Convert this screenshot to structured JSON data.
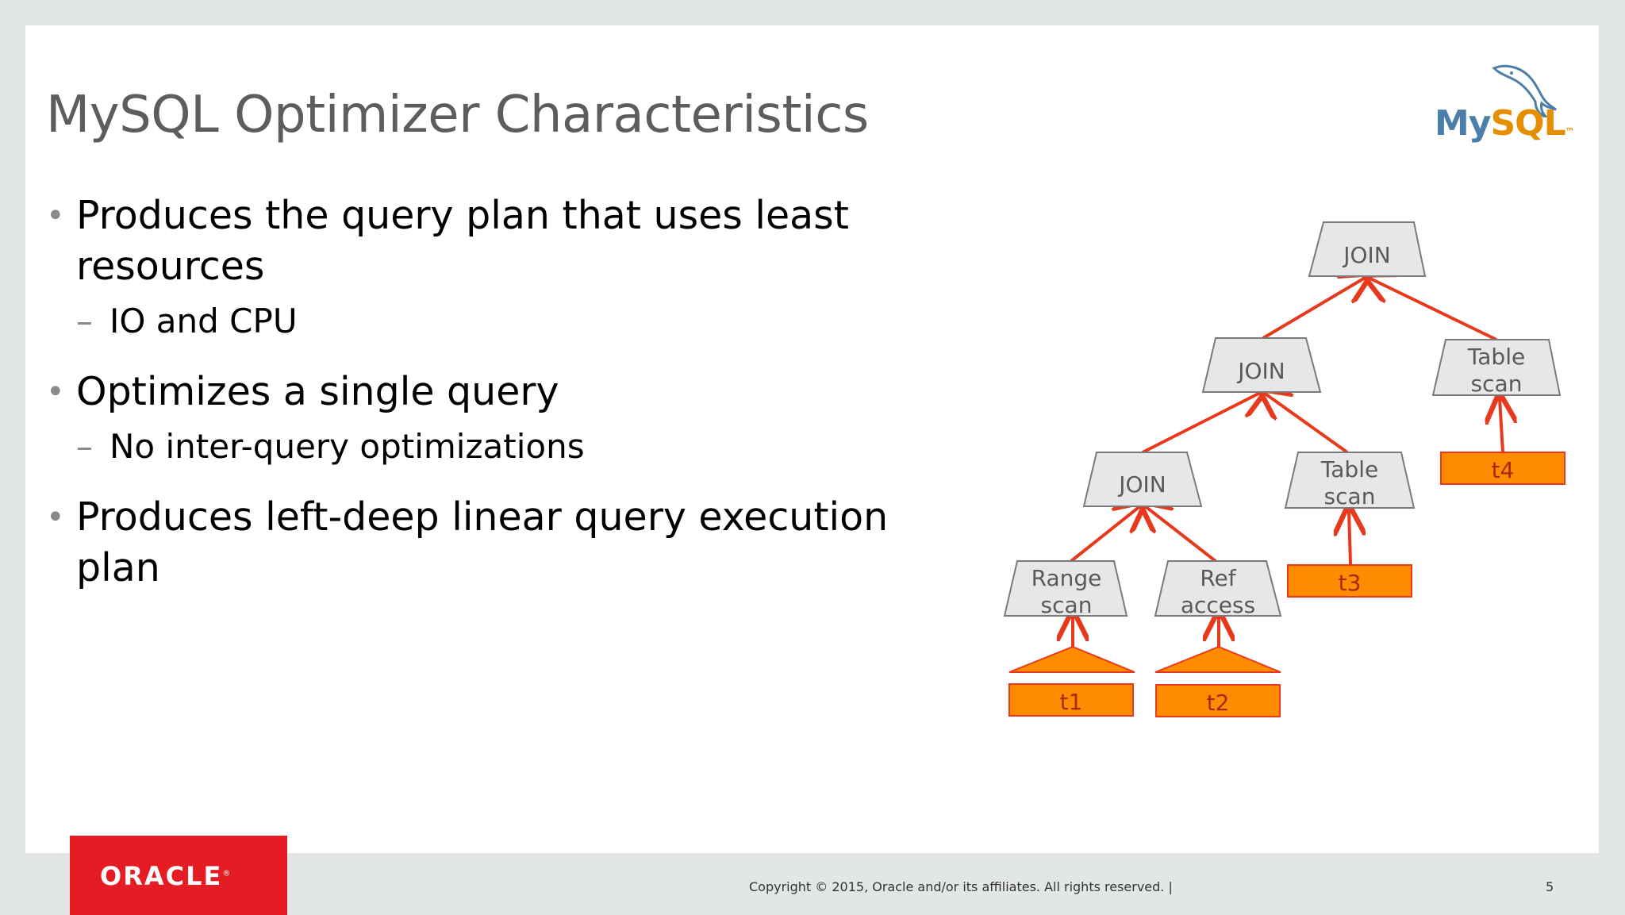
{
  "slide": {
    "title": "MySQL Optimizer Characteristics",
    "bullets": [
      {
        "text": "Produces the query plan that uses least resources",
        "sub": [
          "IO and CPU"
        ]
      },
      {
        "text": "Optimizes a single query",
        "sub": [
          "No inter-query optimizations"
        ]
      },
      {
        "text": "Produces left-deep linear query execution plan",
        "sub": []
      }
    ],
    "bullet_glyph": "•",
    "dash_glyph": "–"
  },
  "logo": {
    "my": "My",
    "sql": "SQL",
    "tm": "™"
  },
  "diagram": {
    "nodes": {
      "join_top": [
        "JOIN"
      ],
      "join_mid": [
        "JOIN"
      ],
      "join_low": [
        "JOIN"
      ],
      "table_scan_right": [
        "Table",
        "scan"
      ],
      "table_scan_mid": [
        "Table",
        "scan"
      ],
      "range_scan": [
        "Range",
        "scan"
      ],
      "ref_access": [
        "Ref",
        "access"
      ]
    },
    "leaves": {
      "t1": "t1",
      "t2": "t2",
      "t3": "t3",
      "t4": "t4"
    },
    "colors": {
      "node_fill": "#e6e7e8",
      "node_stroke": "#7a7a7a",
      "arrow": "#e8391d",
      "leaf_fill": "#ff8c00",
      "leaf_stroke": "#e8391d"
    }
  },
  "footer": {
    "oracle": "ORACLE",
    "oracle_reg": "®",
    "copyright": "Copyright © 2015, Oracle and/or its affiliates. All rights reserved.  |",
    "page": "5"
  }
}
